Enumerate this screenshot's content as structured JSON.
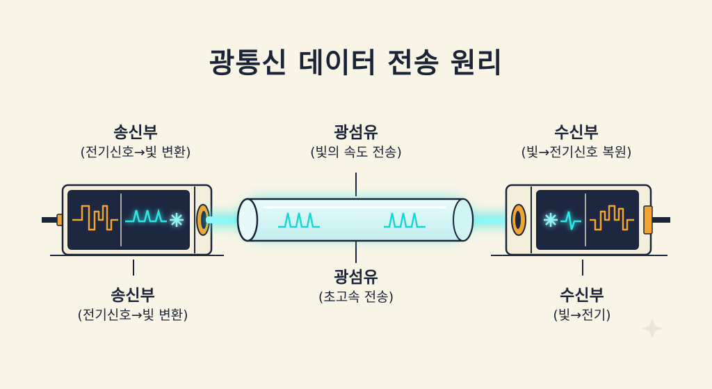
{
  "title": "광통신 데이터 전송 원리",
  "transmitter_top": {
    "heading": "송신부",
    "sub": "(전기신호→빛 변환)"
  },
  "fiber_top": {
    "heading": "광섬유",
    "sub": "(빛의 속도 전송)"
  },
  "receiver_top": {
    "heading": "수신부",
    "sub": "(빛→전기신호 복원)"
  },
  "transmitter_bottom": {
    "heading": "송신부",
    "sub": "(전기신호→빛 변환)"
  },
  "fiber_bottom": {
    "heading": "광섬유",
    "sub": "(초고속 전송)"
  },
  "receiver_bottom": {
    "heading": "수신부",
    "sub": "(빛→전기)"
  },
  "colors": {
    "background": "#f8f4e6",
    "ink": "#1b2337",
    "screen": "#1d2740",
    "electric_wave": "#f2a531",
    "light_wave": "#2fe6e6",
    "connector": "#f2a531"
  },
  "icons": [
    "electric-wave-icon",
    "light-pulse-icon",
    "laser-burst-icon",
    "photodetector-burst-icon",
    "sparkle-icon"
  ]
}
